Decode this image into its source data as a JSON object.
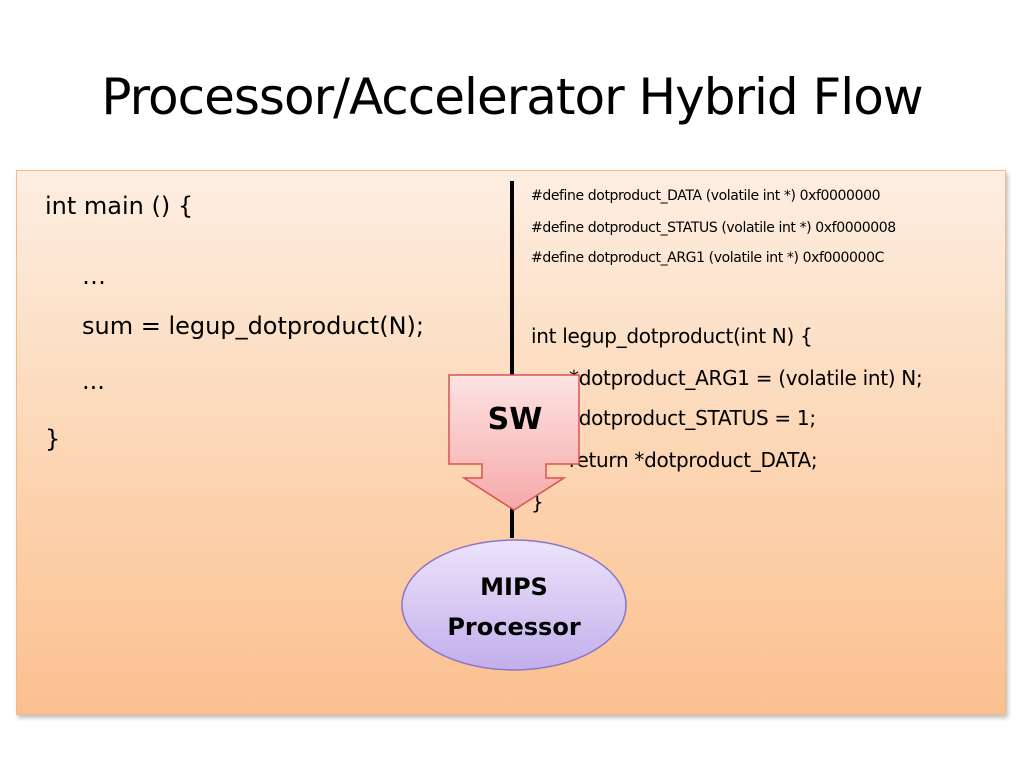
{
  "slide": {
    "title": "Processor/Accelerator Hybrid Flow"
  },
  "main_code": {
    "lines": [
      "int main () {",
      "…",
      "sum = legup_dotproduct(N);",
      "...",
      "}"
    ]
  },
  "defines": {
    "lines": [
      "#define dotproduct_DATA  (volatile int *) 0xf0000000",
      "#define dotproduct_STATUS (volatile int *) 0xf0000008",
      "#define dotproduct_ARG1 (volatile int *) 0xf000000C"
    ]
  },
  "func_code": {
    "lines": [
      "int legup_dotproduct(int N) {",
      "*dotproduct_ARG1 = (volatile int) N;",
      "*dotproduct_STATUS = 1;",
      "return *dotproduct_DATA;",
      "}"
    ]
  },
  "diagram": {
    "sw_arrow_label": "SW",
    "processor_label_line1": "MIPS",
    "processor_label_line2": "Processor"
  },
  "colors": {
    "panel_border": "#f2b98b",
    "arrow_fill": "#f9c3c3",
    "arrow_stroke": "#d9534f",
    "node_fill": "#cdbbef",
    "node_stroke": "#8a74c8",
    "divider": "#000000"
  }
}
